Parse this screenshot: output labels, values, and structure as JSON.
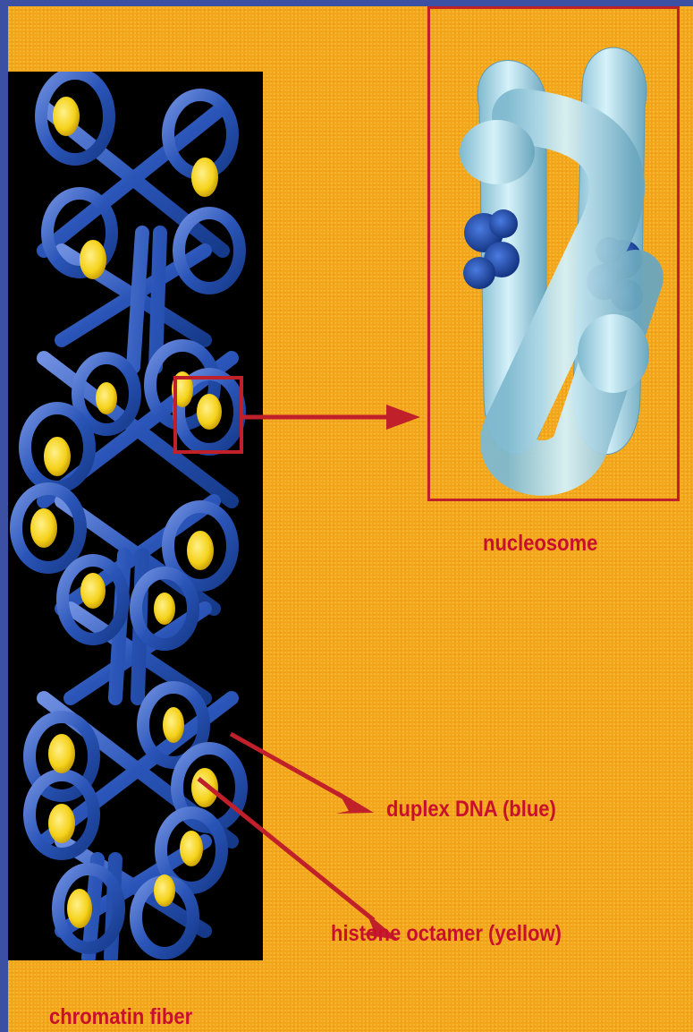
{
  "labels": {
    "nucleosome": "nucleosome",
    "duplex_dna": "duplex DNA (blue)",
    "histone_octamer": "histone octamer (yellow)",
    "chromatin_fiber": "chromatin fiber"
  },
  "colors": {
    "background": "#f3a71c",
    "frame": "#3b4fa3",
    "dna_blue": "#2a55b8",
    "histone_yellow": "#f5d21a",
    "nucleosome_cyan": "#a9dcea",
    "label_red": "#c8102e",
    "arrow_red": "#c0202a"
  }
}
